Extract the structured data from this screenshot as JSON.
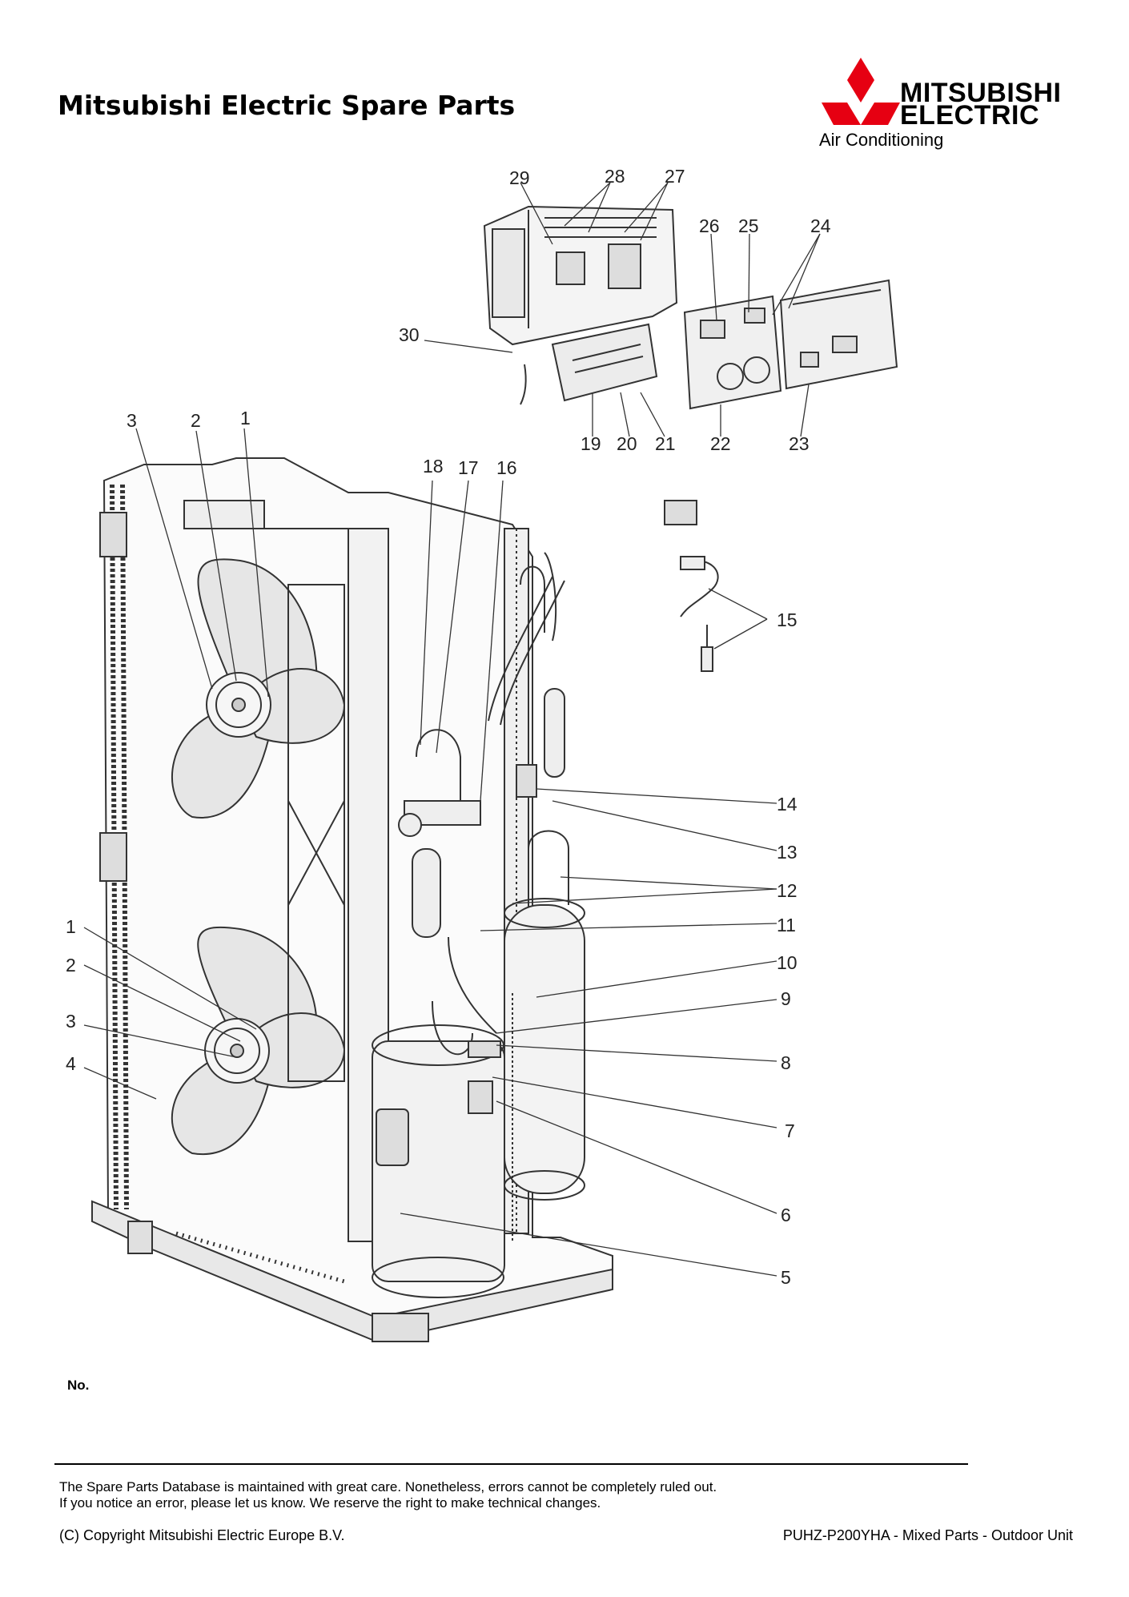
{
  "header": {
    "title": "Mitsubishi Electric Spare Parts"
  },
  "logo": {
    "line1": "MITSUBISHI",
    "line2": "ELECTRIC",
    "subtitle": "Air Conditioning",
    "color": "#e60012"
  },
  "diagram": {
    "callouts": [
      "1",
      "2",
      "3",
      "1",
      "2",
      "3",
      "4",
      "5",
      "6",
      "7",
      "8",
      "9",
      "10",
      "11",
      "12",
      "13",
      "14",
      "15",
      "16",
      "17",
      "18",
      "19",
      "20",
      "21",
      "22",
      "23",
      "24",
      "25",
      "26",
      "27",
      "28",
      "29",
      "30"
    ]
  },
  "table": {
    "column_no": "No."
  },
  "footer": {
    "disclaimer_line1": "The Spare Parts Database is maintained with great care. Nonetheless, errors cannot be completely ruled out.",
    "disclaimer_line2": "If you notice an error, please let us know. We reserve the right to make technical changes.",
    "copyright": "(C) Copyright Mitsubishi Electric Europe B.V.",
    "document_ref": "PUHZ-P200YHA - Mixed Parts - Outdoor Unit"
  }
}
